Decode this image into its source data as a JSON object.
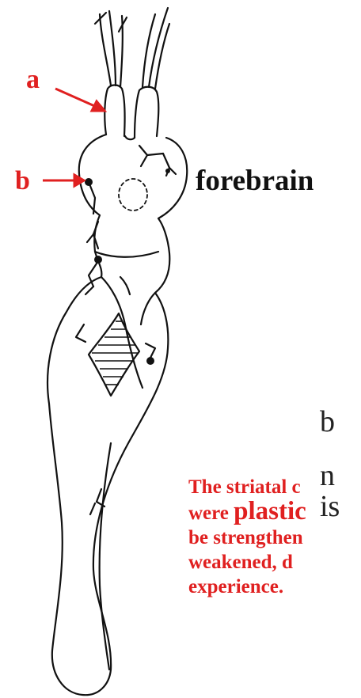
{
  "labels": {
    "a": "a",
    "b": "b",
    "forebrain": "forebrain"
  },
  "cropped_text": {
    "line1": "b",
    "line2": "n",
    "line3": "is"
  },
  "note": {
    "line1": "The striatal c",
    "line2_prefix": "were ",
    "line2_emph": "plastic",
    "line3": "be strengthen",
    "line4": "weakened, d",
    "line5": "experience."
  },
  "colors": {
    "annotation_red": "#e02020",
    "ink": "#111111"
  }
}
